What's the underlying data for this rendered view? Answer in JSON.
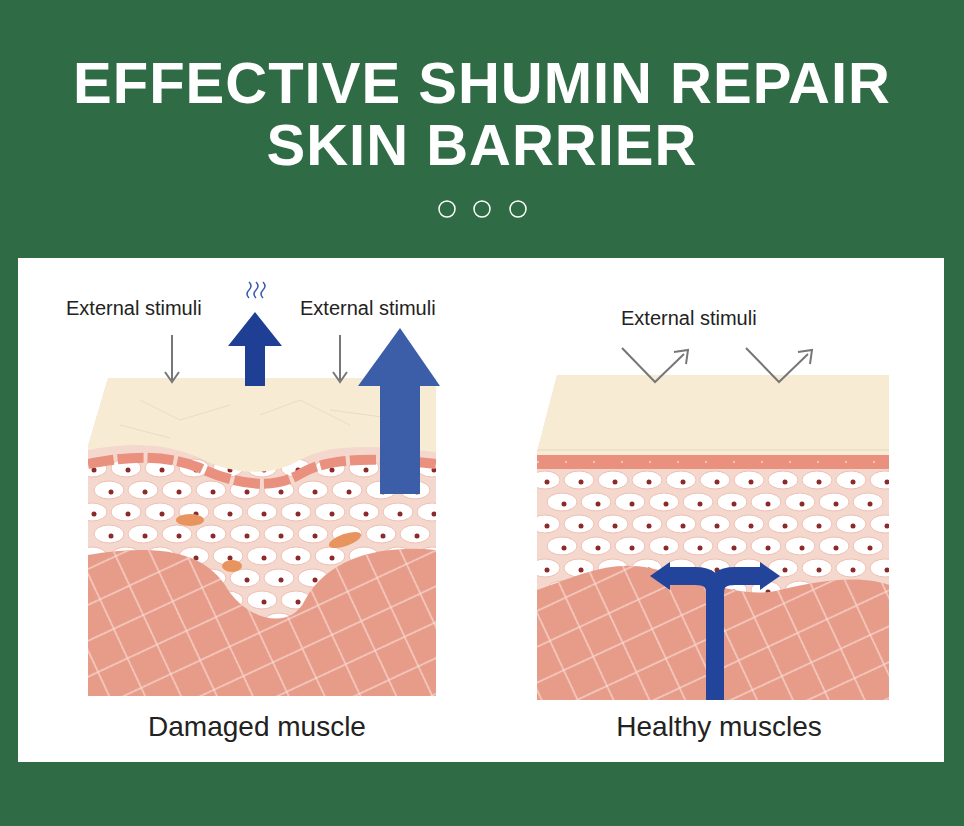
{
  "diagram": {
    "title": "EFFECTIVE SHUMIN REPAIR SKIN BARRIER",
    "labels": [
      "External stimuli",
      "External stimuli",
      "External stimuli",
      "Damaged muscle",
      "Healthy muscles"
    ]
  }
}
